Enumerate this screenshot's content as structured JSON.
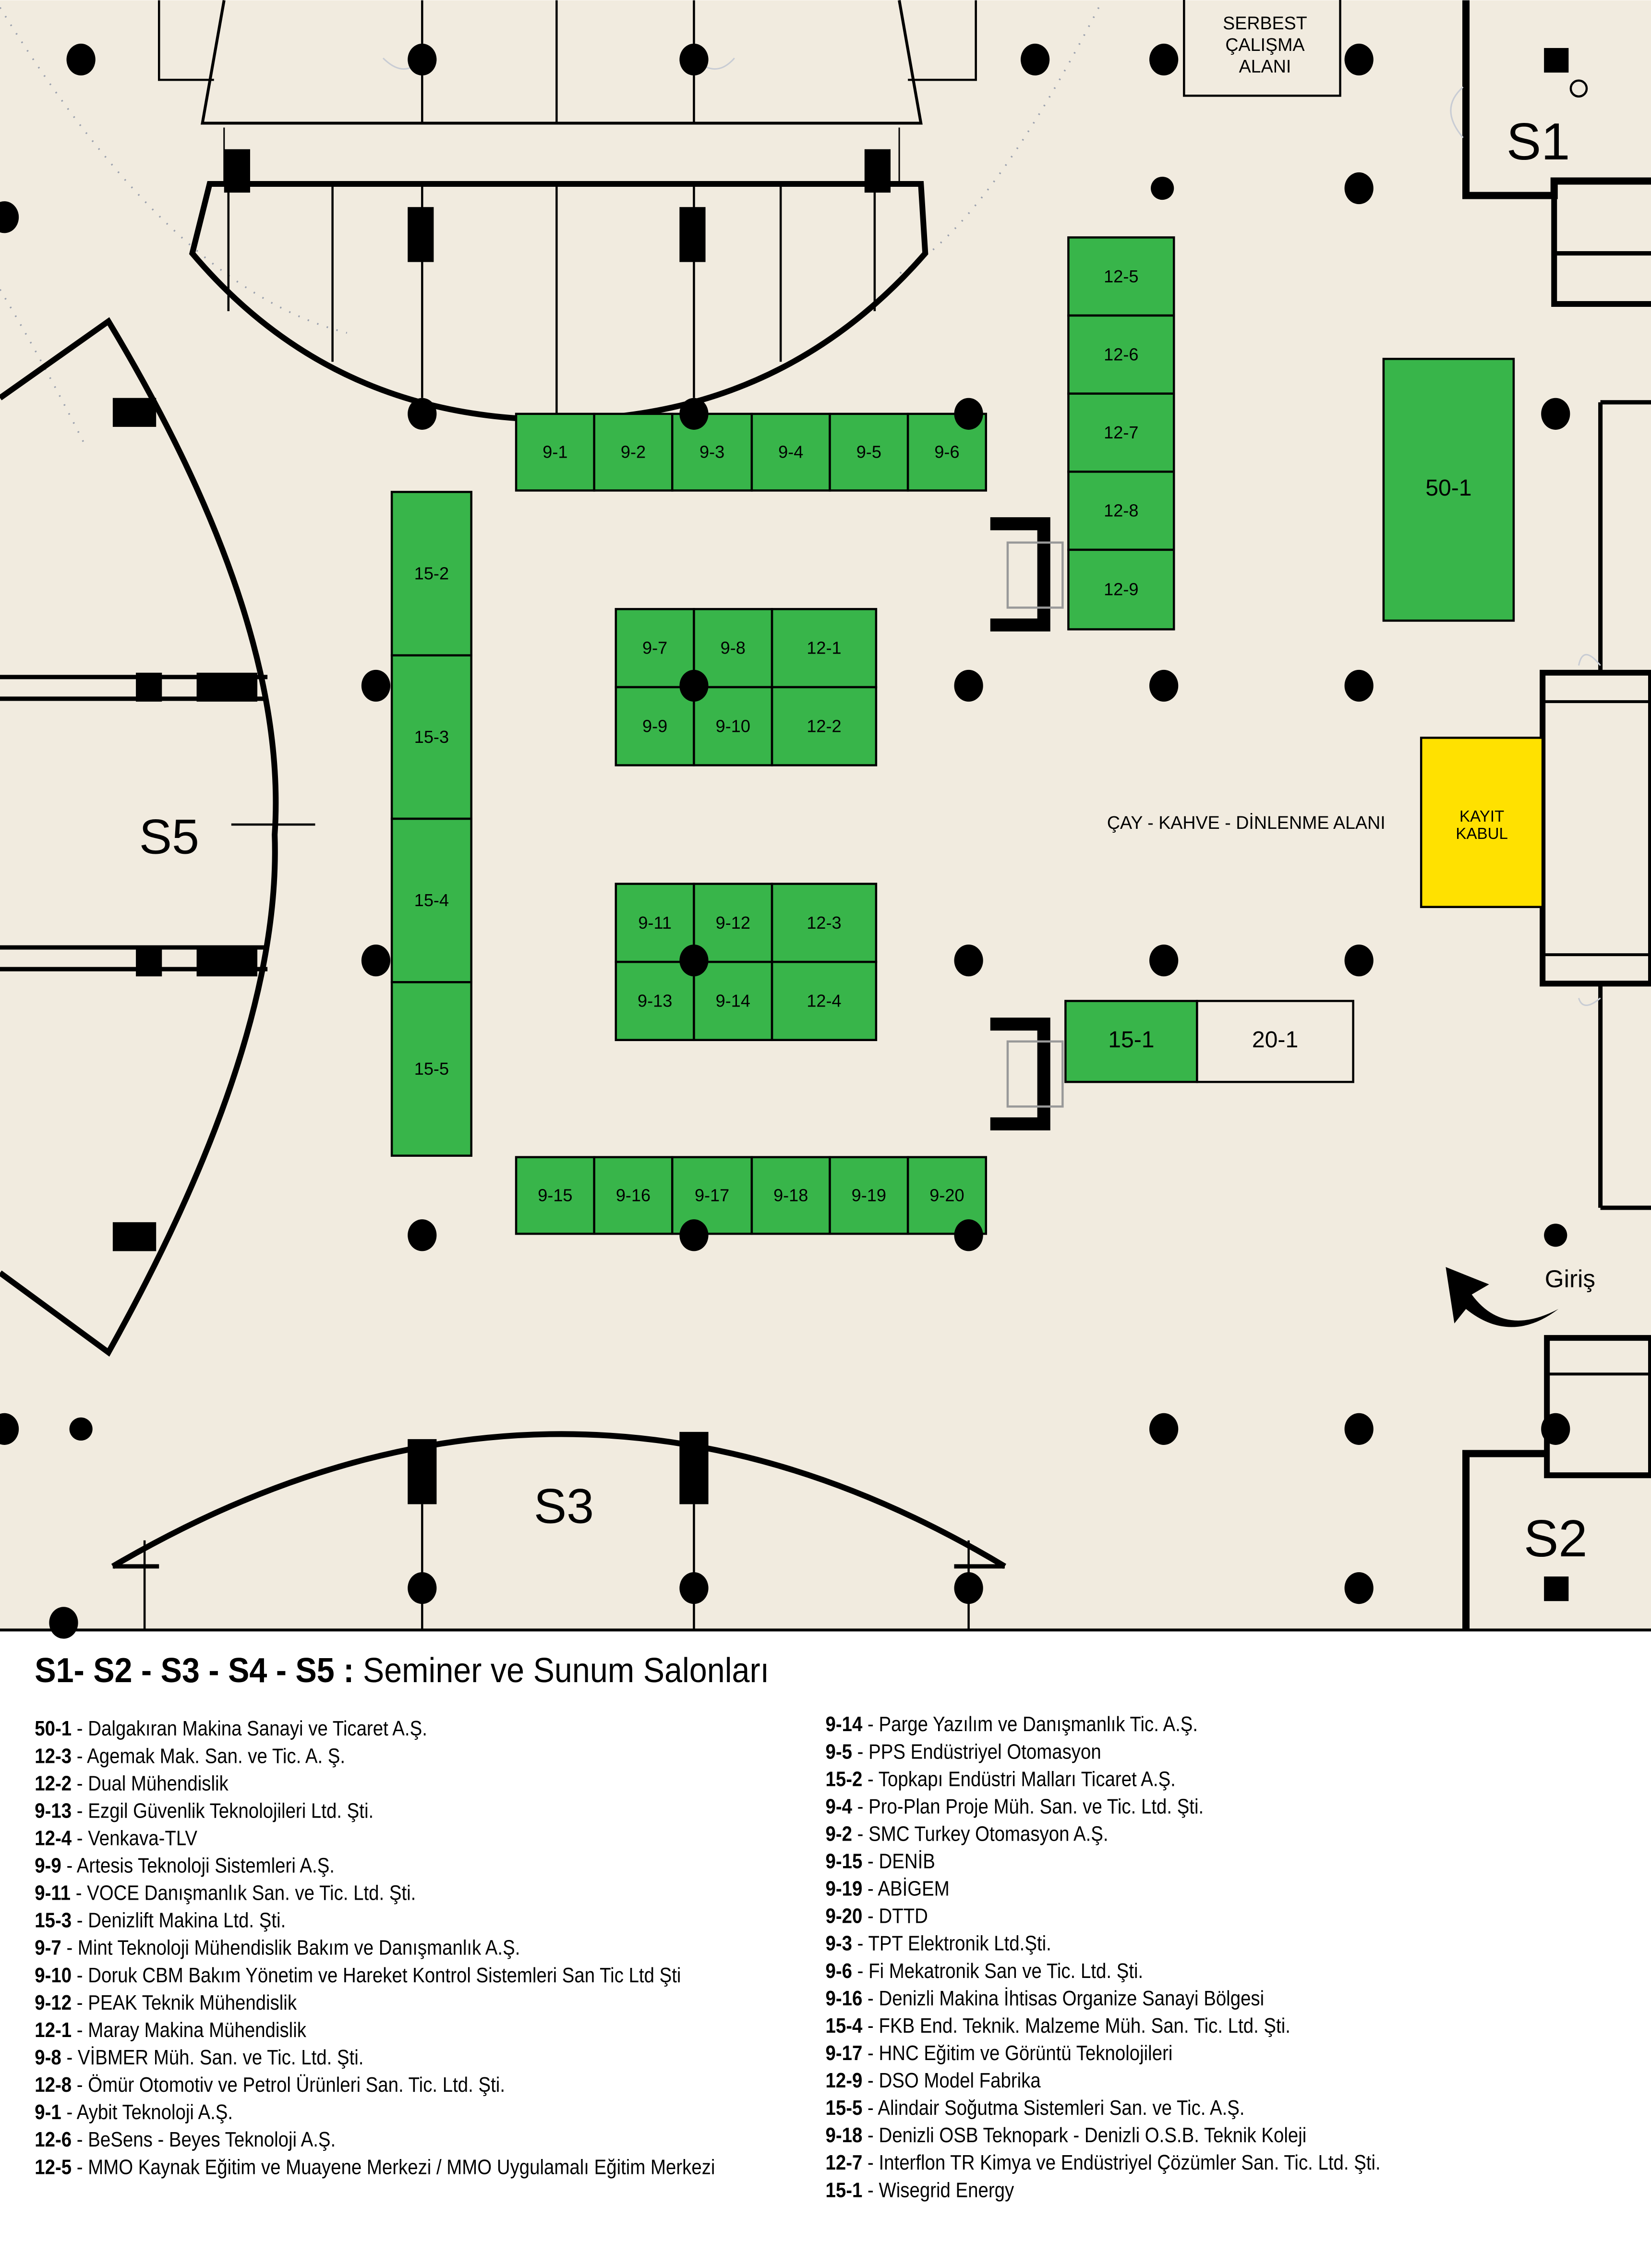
{
  "colors": {
    "floor": "#f1ebdf",
    "booth_green": "#38b54a",
    "booth_free": "#f1ebdf",
    "registration": "#ffe100",
    "ink": "#000000"
  },
  "areas": {
    "free_work_area": [
      "SERBEST",
      "ÇALIŞMA",
      "ALANI"
    ],
    "tea_coffee_area": "ÇAY - KAHVE - DİNLENME ALANI",
    "registration": [
      "KAYIT",
      "KABUL"
    ],
    "entrance": "Giriş",
    "halls": {
      "s1": "S1",
      "s2": "S2",
      "s3": "S3",
      "s5": "S5"
    }
  },
  "booths": [
    {
      "id": "9-1",
      "status": "occupied"
    },
    {
      "id": "9-2",
      "status": "occupied"
    },
    {
      "id": "9-3",
      "status": "occupied"
    },
    {
      "id": "9-4",
      "status": "occupied"
    },
    {
      "id": "9-5",
      "status": "occupied"
    },
    {
      "id": "9-6",
      "status": "occupied"
    },
    {
      "id": "12-5",
      "status": "occupied"
    },
    {
      "id": "12-6",
      "status": "occupied"
    },
    {
      "id": "12-7",
      "status": "occupied"
    },
    {
      "id": "12-8",
      "status": "occupied"
    },
    {
      "id": "12-9",
      "status": "occupied"
    },
    {
      "id": "50-1",
      "status": "occupied"
    },
    {
      "id": "15-2",
      "status": "occupied"
    },
    {
      "id": "15-3",
      "status": "occupied"
    },
    {
      "id": "15-4",
      "status": "occupied"
    },
    {
      "id": "15-5",
      "status": "occupied"
    },
    {
      "id": "9-7",
      "status": "occupied"
    },
    {
      "id": "9-8",
      "status": "occupied"
    },
    {
      "id": "12-1",
      "status": "occupied"
    },
    {
      "id": "9-9",
      "status": "occupied"
    },
    {
      "id": "9-10",
      "status": "occupied"
    },
    {
      "id": "12-2",
      "status": "occupied"
    },
    {
      "id": "9-11",
      "status": "occupied"
    },
    {
      "id": "9-12",
      "status": "occupied"
    },
    {
      "id": "12-3",
      "status": "occupied"
    },
    {
      "id": "9-13",
      "status": "occupied"
    },
    {
      "id": "9-14",
      "status": "occupied"
    },
    {
      "id": "12-4",
      "status": "occupied"
    },
    {
      "id": "15-1",
      "status": "occupied"
    },
    {
      "id": "20-1",
      "status": "free"
    },
    {
      "id": "9-15",
      "status": "occupied"
    },
    {
      "id": "9-16",
      "status": "occupied"
    },
    {
      "id": "9-17",
      "status": "occupied"
    },
    {
      "id": "9-18",
      "status": "occupied"
    },
    {
      "id": "9-19",
      "status": "occupied"
    },
    {
      "id": "9-20",
      "status": "occupied"
    }
  ],
  "legend": {
    "title_bold": "S1- S2 - S3 - S4 - S5 :",
    "title_rest": " Seminer ve Sunum Salonları",
    "left": [
      {
        "code": "50-1",
        "name": " - Dalgakıran Makina Sanayi ve Ticaret A.Ş."
      },
      {
        "code": "12-3",
        "name": " - Agemak Mak. San. ve Tic. A. Ş."
      },
      {
        "code": "12-2",
        "name": " - Dual Mühendislik"
      },
      {
        "code": "9-13",
        "name": " - Ezgil Güvenlik Teknolojileri Ltd. Şti."
      },
      {
        "code": "12-4",
        "name": " - Venkava-TLV"
      },
      {
        "code": "9-9",
        "name": " - Artesis Teknoloji Sistemleri A.Ş."
      },
      {
        "code": "9-11",
        "name": " - VOCE Danışmanlık San. ve Tic. Ltd. Şti."
      },
      {
        "code": "15-3",
        "name": " - Denizlift Makina Ltd. Şti."
      },
      {
        "code": "9-7",
        "name": " - Mint Teknoloji Mühendislik Bakım ve Danışmanlık A.Ş."
      },
      {
        "code": "9-10",
        "name": " - Doruk CBM Bakım Yönetim ve Hareket Kontrol Sistemleri San Tic Ltd Şti"
      },
      {
        "code": "9-12",
        "name": " - PEAK Teknik Mühendislik"
      },
      {
        "code": "12-1",
        "name": " - Maray Makina Mühendislik"
      },
      {
        "code": "9-8",
        "name": "  - VİBMER Müh. San. ve Tic. Ltd. Şti."
      },
      {
        "code": "12-8",
        "name": " - Ömür Otomotiv ve Petrol Ürünleri San. Tic. Ltd. Şti."
      },
      {
        "code": "9-1",
        "name": " - Aybit Teknoloji A.Ş."
      },
      {
        "code": "12-6",
        "name": " - BeSens - Beyes Teknoloji A.Ş."
      },
      {
        "code": "12-5",
        "name": " - MMO Kaynak Eğitim ve Muayene Merkezi / MMO Uygulamalı Eğitim Merkezi"
      }
    ],
    "right": [
      {
        "code": "9-14",
        "name": " - Parge Yazılım ve Danışmanlık Tic. A.Ş."
      },
      {
        "code": "9-5",
        "name": " - PPS Endüstriyel Otomasyon"
      },
      {
        "code": "15-2",
        "name": " - Topkapı Endüstri Malları Ticaret A.Ş."
      },
      {
        "code": "9-4",
        "name": " - Pro-Plan Proje Müh. San. ve Tic. Ltd. Şti."
      },
      {
        "code": "9-2",
        "name": " - SMC Turkey Otomasyon A.Ş."
      },
      {
        "code": "9-15",
        "name": " - DENİB"
      },
      {
        "code": "9-19",
        "name": " - ABİGEM"
      },
      {
        "code": "9-20",
        "name": " - DTTD"
      },
      {
        "code": "9-3",
        "name": " - TPT Elektronik Ltd.Şti."
      },
      {
        "code": "9-6",
        "name": " - Fi Mekatronik San ve Tic. Ltd. Şti."
      },
      {
        "code": "9-16",
        "name": " - Denizli Makina İhtisas Organize Sanayi Bölgesi"
      },
      {
        "code": "15-4",
        "name": " - FKB End. Teknik. Malzeme Müh. San. Tic. Ltd. Şti."
      },
      {
        "code": "9-17",
        "name": " - HNC Eğitim ve Görüntü Teknolojileri"
      },
      {
        "code": "12-9",
        "name": " - DSO Model Fabrika"
      },
      {
        "code": "15-5",
        "name": " - Alindair Soğutma Sistemleri San. ve Tic. A.Ş."
      },
      {
        "code": "9-18",
        "name": " - Denizli OSB Teknopark - Denizli O.S.B. Teknik Koleji"
      },
      {
        "code": "12-7",
        "name": " - Interflon TR Kimya ve Endüstriyel Çözümler San. Tic. Ltd. Şti."
      },
      {
        "code": "15-1",
        "name": " - Wisegrid Energy"
      }
    ]
  }
}
